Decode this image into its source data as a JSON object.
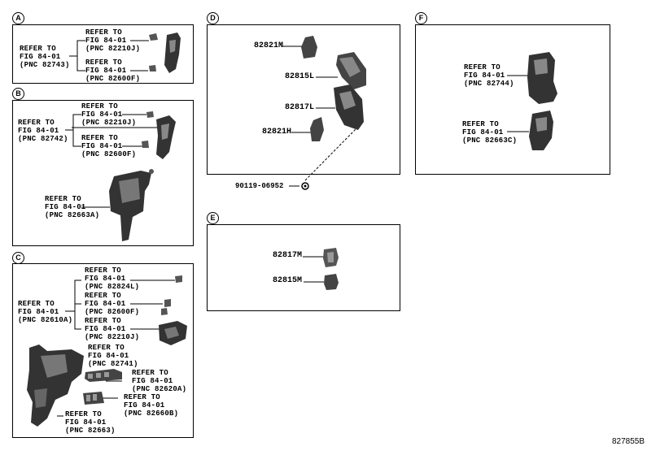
{
  "panels": {
    "A": {
      "badge": "A",
      "parent": [
        "REFER TO",
        "FIG 84-01",
        "(PNC 82743)"
      ],
      "refs": [
        [
          "REFER TO",
          "FIG 84-01",
          "(PNC 82210J)"
        ],
        [
          "REFER TO",
          "FIG 84-01",
          "(PNC 82600F)"
        ]
      ]
    },
    "B": {
      "badge": "B",
      "parent": [
        "REFER TO",
        "FIG 84-01",
        "(PNC 82742)"
      ],
      "refs": [
        [
          "REFER TO",
          "FIG 84-01",
          "(PNC 82210J)"
        ],
        [
          "REFER TO",
          "FIG 84-01",
          "(PNC 82600F)"
        ],
        [
          "REFER TO",
          "FIG 84-01",
          "(PNC 82663A)"
        ]
      ]
    },
    "C": {
      "badge": "C",
      "parent": [
        "REFER TO",
        "FIG 84-01",
        "(PNC 82610A)"
      ],
      "refs": [
        [
          "REFER TO",
          "FIG 84-01",
          "(PNC 82824L)"
        ],
        [
          "REFER TO",
          "FIG 84-01",
          "(PNC 82600F)"
        ],
        [
          "REFER TO",
          "FIG 84-01",
          "(PNC 82210J)"
        ],
        [
          "REFER TO",
          "FIG 84-01",
          "(PNC 82741)"
        ],
        [
          "REFER TO",
          "FIG 84-01",
          "(PNC 82620A)"
        ],
        [
          "REFER TO",
          "FIG 84-01",
          "(PNC 82660B)"
        ],
        [
          "REFER TO",
          "FIG 84-01",
          "(PNC 82663)"
        ]
      ]
    },
    "D": {
      "badge": "D",
      "parts": [
        "82821M",
        "82815L",
        "82817L",
        "82821H"
      ],
      "bolt": "90119-06952"
    },
    "E": {
      "badge": "E",
      "parts": [
        "82817M",
        "82815M"
      ]
    },
    "F": {
      "badge": "F",
      "refs": [
        [
          "REFER TO",
          "FIG 84-01",
          "(PNC 82744)"
        ],
        [
          "REFER TO",
          "FIG 84-01",
          "(PNC 82663C)"
        ]
      ]
    }
  },
  "diagram_code": "827855B"
}
